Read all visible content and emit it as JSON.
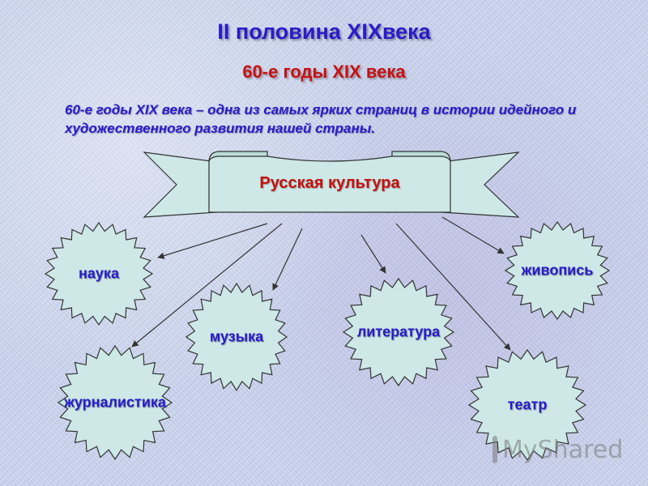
{
  "title": "II  половина XIXвека",
  "subtitle": "60-е годы XIX века",
  "intro": "60-е годы XIX века – одна из самых ярких страниц в истории идейного и художественного развития нашей страны.",
  "banner": {
    "label": "Русская культура"
  },
  "nodes": [
    {
      "id": "nauka",
      "label": "наука"
    },
    {
      "id": "zhurnalistika",
      "label": "журналистика"
    },
    {
      "id": "muzyka",
      "label": "музыка"
    },
    {
      "id": "literatura",
      "label": "литература"
    },
    {
      "id": "teatr",
      "label": "театр"
    },
    {
      "id": "zhivopis",
      "label": "живопись"
    }
  ],
  "watermark": {
    "text": "MyShared",
    "icon": "presentation-icon"
  },
  "colors": {
    "title": "#2a1acc",
    "subtitle": "#c81010",
    "node_fill": "#cde8e6",
    "banner_fill": "#cde8e6",
    "outline": "#333333"
  }
}
